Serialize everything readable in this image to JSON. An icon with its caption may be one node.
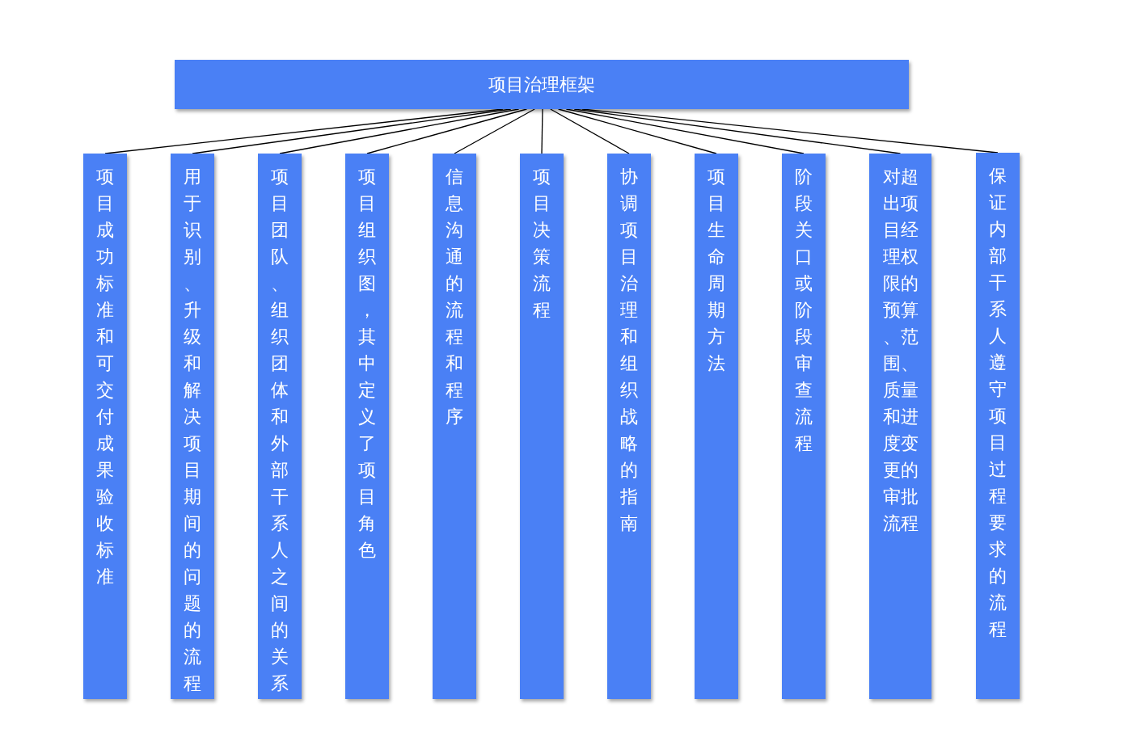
{
  "diagram": {
    "nodes": [
      {
        "text": [
          "项目治理框架"
        ]
      },
      {
        "text": [
          "项目成功标准和可交付成果验收标准"
        ]
      },
      {
        "text": [
          "用于识别、升级和解决项目期间的问题的流程"
        ]
      },
      {
        "text": [
          "项目团队、组织团体和外部干系人之间的关系"
        ]
      },
      {
        "text": [
          "项目组织图，其中定义了项目角色"
        ]
      },
      {
        "text": [
          "信息沟通的流程和程序"
        ]
      },
      {
        "text": [
          "项目决策流程"
        ]
      },
      {
        "text": [
          "协调项目治理和组织战略的指南"
        ]
      },
      {
        "text": [
          "项目生命周期方法"
        ]
      },
      {
        "text": [
          "阶段关口或阶段审查流程"
        ]
      },
      {
        "text": [
          "对超出项目经理权限的预算、范围、质量和进度变更的审批流程"
        ]
      },
      {
        "text": [
          "保证内部干系人遵守项目过程要求的流程"
        ]
      }
    ],
    "edges": [
      {
        "from": 0,
        "to": 1,
        "arrow": "none"
      },
      {
        "from": 0,
        "to": 2,
        "arrow": "none"
      },
      {
        "from": 0,
        "to": 3,
        "arrow": "none"
      },
      {
        "from": 0,
        "to": 4,
        "arrow": "none"
      },
      {
        "from": 0,
        "to": 5,
        "arrow": "none"
      },
      {
        "from": 0,
        "to": 6,
        "arrow": "none"
      },
      {
        "from": 0,
        "to": 7,
        "arrow": "none"
      },
      {
        "from": 0,
        "to": 8,
        "arrow": "none"
      },
      {
        "from": 0,
        "to": 9,
        "arrow": "none"
      },
      {
        "from": 0,
        "to": 10,
        "arrow": "none"
      },
      {
        "from": 0,
        "to": 11,
        "arrow": "none"
      }
    ]
  }
}
